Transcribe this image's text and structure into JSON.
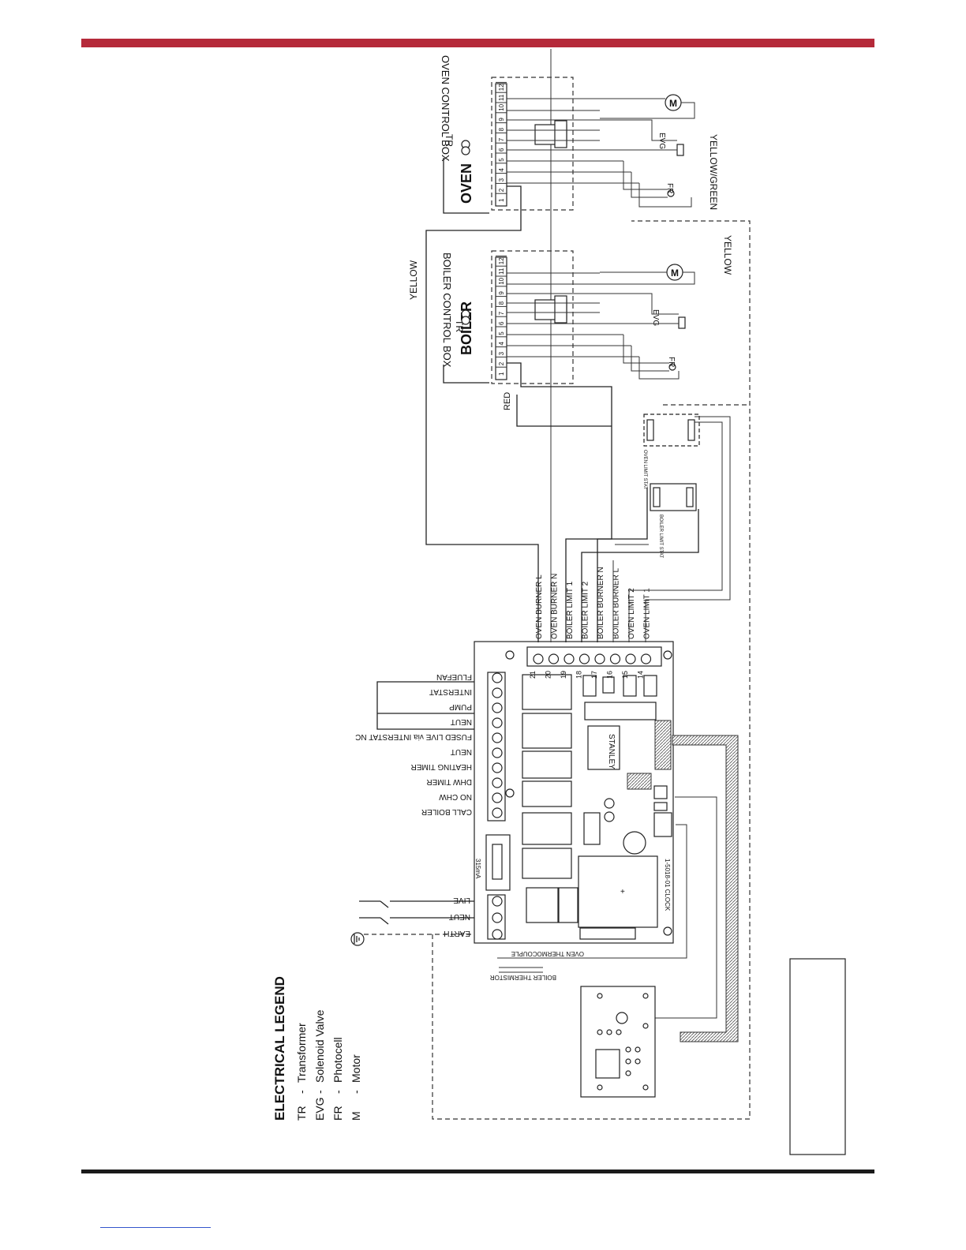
{
  "colors": {
    "top_rule": "#b52a3a",
    "bottom_rule": "#1a1a1a",
    "ink": "#111111"
  },
  "legend": {
    "title": "ELECTRICAL LEGEND",
    "items": [
      {
        "code": "TR",
        "desc": "Transformer"
      },
      {
        "code": "EVG",
        "desc": "Solenoid Valve"
      },
      {
        "code": "FR",
        "desc": "Photocell"
      },
      {
        "code": "M",
        "desc": "Motor"
      }
    ]
  },
  "mains_terminals": [
    "EARTH",
    "NEUT",
    "LIVE"
  ],
  "board_left_terminals": [
    "FLUEFAN",
    "INTERSTAT",
    "PUMP",
    "NEUT",
    "FUSED LIVE via INTERSTAT NC",
    "NEUT",
    "HEATING TIMER",
    "DHW TIMER",
    "NO CHW",
    "CALL BOILER"
  ],
  "board_right_terminals": [
    {
      "num": "21",
      "label": "OVEN BURNER L"
    },
    {
      "num": "20",
      "label": "OVEN BURNER N"
    },
    {
      "num": "19",
      "label": "BOILER LIMIT 1"
    },
    {
      "num": "18",
      "label": "BOILER LIMIT 2"
    },
    {
      "num": "17",
      "label": "BOILER BURNER N"
    },
    {
      "num": "16",
      "label": "BOILER BURNER L"
    },
    {
      "num": "15",
      "label": "OVEN LIMIT 2"
    },
    {
      "num": "14",
      "label": "OVEN LIMIT 1"
    }
  ],
  "board": {
    "maker": "STANLEY",
    "fuse_label": "315mA",
    "model": "1-5018-01 CLOCK"
  },
  "sensors": {
    "oven_thermocouple": "OVEN THERMOCOUPLE",
    "boiler_thermistor": "BOILER THERMISTOR"
  },
  "stats": {
    "boiler_limit": "BOILER LIMIT STAT",
    "oven_limit": "OVEN LIMIT STAT"
  },
  "boiler_box": {
    "name": "BOILER",
    "tr": "TR",
    "control_label": "BOILER CONTROL BOX",
    "terminals": [
      "1",
      "2",
      "3",
      "4",
      "5",
      "6",
      "7",
      "8",
      "9",
      "10",
      "11",
      "12"
    ]
  },
  "oven_box": {
    "name": "OVEN",
    "tr": "TR",
    "control_label": "OVEN CONTROL BOX",
    "terminals": [
      "1",
      "2",
      "3",
      "4",
      "5",
      "6",
      "7",
      "8",
      "9",
      "10",
      "11",
      "12"
    ]
  },
  "components": {
    "evg": "EVG",
    "fr": "FR",
    "motor": "M"
  },
  "wire_labels": {
    "yellow": "YELLOW",
    "red": "RED",
    "yellow_green": "YELLOW/GREEN"
  }
}
